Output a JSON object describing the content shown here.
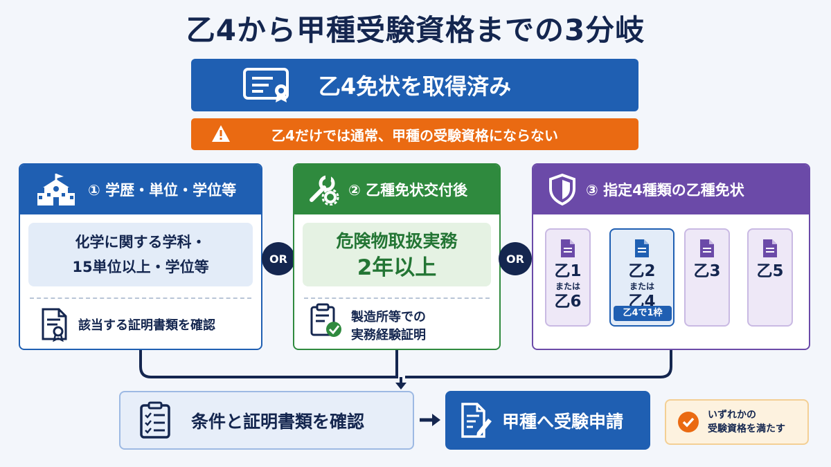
{
  "title": "乙4から甲種受験資格までの3分岐",
  "top": {
    "label": "乙4免状を取得済み",
    "icon": "certificate-icon",
    "warning": "乙4だけでは通常、甲種の受験資格にならない",
    "warning_icon": "warning-icon"
  },
  "or_label": "OR",
  "branch1": {
    "heading": "① 学歴・単位・学位等",
    "icon": "school-icon",
    "condition_line1": "化学に関する学科・",
    "condition_line2": "15単位以上・学位等",
    "footer": "該当する証明書類を確認",
    "footer_icon": "document-certificate-icon"
  },
  "branch2": {
    "heading": "② 乙種免状交付後",
    "icon": "wrench-gear-icon",
    "condition_line1": "危険物取扱実務",
    "condition_line2": "2年以上",
    "footer_line1": "製造所等での",
    "footer_line2": "実務経験証明",
    "footer_icon": "clipboard-check-icon"
  },
  "branch3": {
    "heading": "③ 指定4種類の乙種免状",
    "icon": "shield-icon",
    "cards": [
      {
        "top": "乙1",
        "mid": "または",
        "bottom": "乙6"
      },
      {
        "top": "乙2",
        "mid": "または",
        "bottom": "乙4",
        "tag": "乙4で1枠"
      },
      {
        "top": "乙3",
        "mid": "",
        "bottom": ""
      },
      {
        "top": "乙5",
        "mid": "",
        "bottom": ""
      }
    ]
  },
  "bottom": {
    "check_label": "条件と証明書類を確認",
    "check_icon": "checklist-icon",
    "apply_label": "甲種へ受験申請",
    "apply_icon": "edit-document-icon",
    "note_line1": "いずれかの",
    "note_line2": "受験資格を満たす",
    "note_icon": "check-circle-icon"
  },
  "colors": {
    "navy": "#14264f",
    "blue": "#1f5fb2",
    "orange": "#ea6a12",
    "green": "#2f8a3e",
    "purple": "#6b4aa8"
  }
}
